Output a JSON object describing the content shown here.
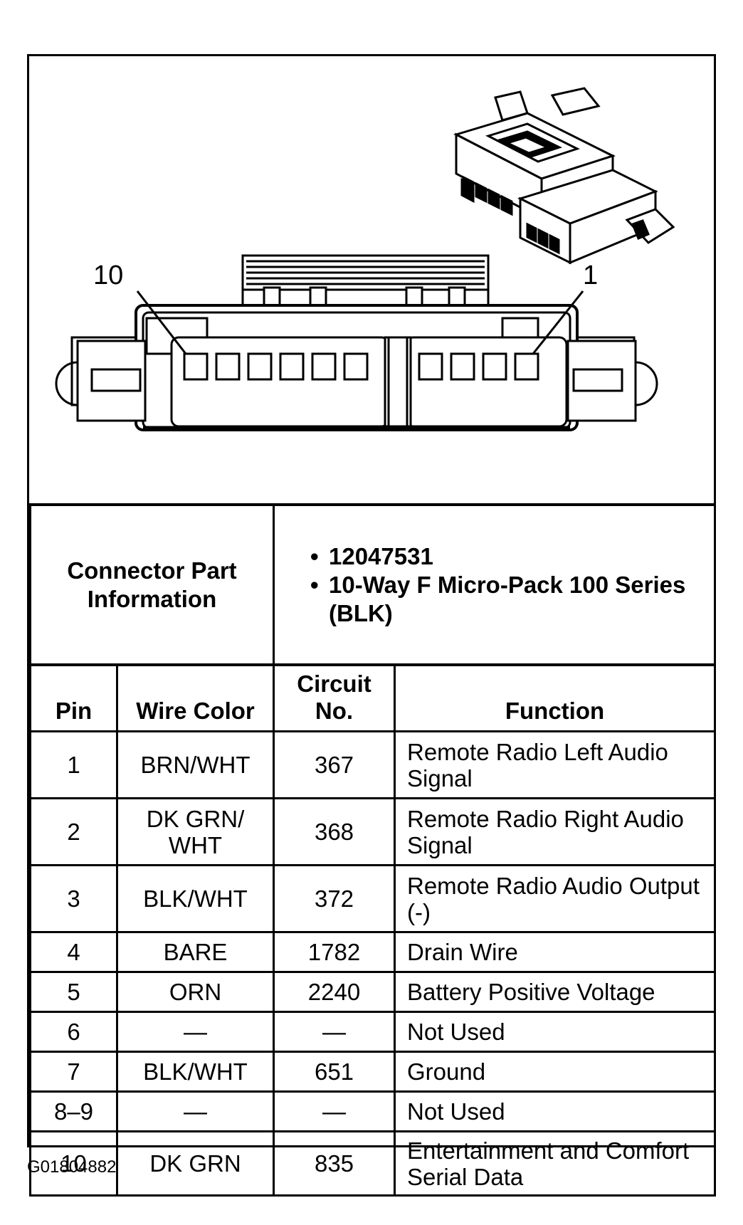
{
  "diagram": {
    "pin_label_left": "10",
    "pin_label_right": "1"
  },
  "connector_part": {
    "label": "Connector Part Information",
    "items": [
      "12047531",
      "10-Way F Micro-Pack 100 Series (BLK)"
    ]
  },
  "pin_table": {
    "headers": {
      "pin": "Pin",
      "wire_color": "Wire Color",
      "circuit_no": "Circuit No.",
      "function": "Function"
    },
    "rows": [
      {
        "pin": "1",
        "wire_color": "BRN/WHT",
        "circuit_no": "367",
        "function": "Remote Radio Left Audio Signal"
      },
      {
        "pin": "2",
        "wire_color": "DK GRN/ WHT",
        "circuit_no": "368",
        "function": "Remote Radio Right Audio Signal"
      },
      {
        "pin": "3",
        "wire_color": "BLK/WHT",
        "circuit_no": "372",
        "function": "Remote Radio Audio Output (-)"
      },
      {
        "pin": "4",
        "wire_color": "BARE",
        "circuit_no": "1782",
        "function": "Drain Wire"
      },
      {
        "pin": "5",
        "wire_color": "ORN",
        "circuit_no": "2240",
        "function": "Battery Positive Voltage"
      },
      {
        "pin": "6",
        "wire_color": "—",
        "circuit_no": "—",
        "function": "Not Used"
      },
      {
        "pin": "7",
        "wire_color": "BLK/WHT",
        "circuit_no": "651",
        "function": "Ground"
      },
      {
        "pin": "8–9",
        "wire_color": "—",
        "circuit_no": "—",
        "function": "Not Used"
      },
      {
        "pin": "10",
        "wire_color": "DK GRN",
        "circuit_no": "835",
        "function": "Entertainment and Comfort Serial Data"
      }
    ]
  },
  "figure_id": "G01804882"
}
